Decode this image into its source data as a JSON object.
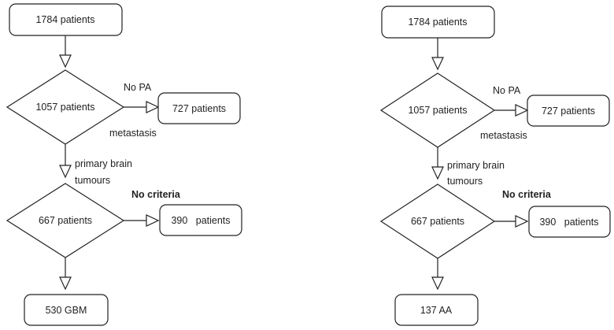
{
  "flowcharts": [
    {
      "start": "1784 patients",
      "decision1": "1057 patients",
      "exclusion1_condition": "No PA",
      "exclusion1_box": "727 patients",
      "exclusion1_reason": "metastasis",
      "branch_label_line1": "primary brain",
      "branch_label_line2": "tumours",
      "decision2": "667 patients",
      "exclusion2_condition": "No criteria",
      "exclusion2_box": "390   patients",
      "result": "530 GBM"
    },
    {
      "start": "1784 patients",
      "decision1": "1057 patients",
      "exclusion1_condition": "No PA",
      "exclusion1_box": "727 patients",
      "exclusion1_reason": "metastasis",
      "branch_label_line1": "primary brain",
      "branch_label_line2": "tumours",
      "decision2": "667 patients",
      "exclusion2_condition": "No criteria",
      "exclusion2_box": "390   patients",
      "result": "137 AA"
    }
  ]
}
